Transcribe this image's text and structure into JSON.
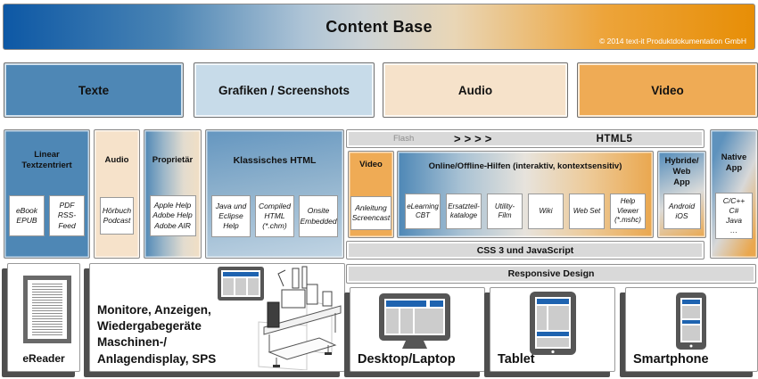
{
  "colors": {
    "blue": "#4e87b5",
    "light_blue": "#c7dbe9",
    "peach": "#f6e2ca",
    "orange": "#efab55",
    "header_blue": "#0d58a5",
    "header_orange": "#e78e06",
    "bar_gray": "#d9d9d9",
    "device_screen_blue": "#1e63b0",
    "panel_shadow": "#4e4e4e"
  },
  "header": {
    "title": "Content Base",
    "copyright": "© 2014 text-it Produktdokumentation GmbH"
  },
  "content_types": [
    {
      "label": "Texte"
    },
    {
      "label": "Grafiken / Screenshots"
    },
    {
      "label": "Audio"
    },
    {
      "label": "Video"
    }
  ],
  "columns": {
    "linear": {
      "title": "Linear\nTextzentriert",
      "items": [
        "eBook\nEPUB",
        "PDF\nRSS-Feed"
      ]
    },
    "audio": {
      "title": "Audio",
      "items": [
        "Hörbuch\nPodcast"
      ]
    },
    "proprietaer": {
      "title": "Proprietär",
      "items": [
        "Apple Help\nAdobe Help\nAdobe AIR"
      ]
    },
    "klassisch": {
      "title": "Klassisches HTML",
      "items": [
        "Java und\nEclipse\nHelp",
        "Compiled\nHTML\n(*.chm)",
        "Onsite\nEmbedded"
      ]
    }
  },
  "html5": {
    "flash_label": "Flash",
    "arrows": ">>>>",
    "title": "HTML5",
    "video": {
      "title": "Video",
      "items": [
        "Anleitung\nScreencast"
      ]
    },
    "online": {
      "title": "Online/Offline-Hilfen (interaktiv, kontextsensitiv)",
      "items": [
        "eLearning\nCBT",
        "Ersatzteil-\nkataloge",
        "Utility-\nFilm",
        "Wiki",
        "Web Set",
        "Help\nViewer\n(*.mshc)"
      ]
    },
    "hybride": {
      "title": "Hybride/\nWeb\nApp",
      "items": [
        "Android\niOS"
      ]
    },
    "css_bar": "CSS 3 und JavaScript"
  },
  "native": {
    "title": "Native\nApp",
    "items": [
      "C/C++\nC#\nJava\n…"
    ]
  },
  "responsive_bar": "Responsive Design",
  "devices": {
    "ereader": {
      "label": "eReader"
    },
    "monitore": {
      "label": "Monitore, Anzeigen,\nWiedergabegeräte\nMaschinen-/\nAnlagendisplay, SPS"
    },
    "desktop": {
      "label": "Desktop/Laptop"
    },
    "tablet": {
      "label": "Tablet"
    },
    "smartphone": {
      "label": "Smartphone"
    }
  }
}
